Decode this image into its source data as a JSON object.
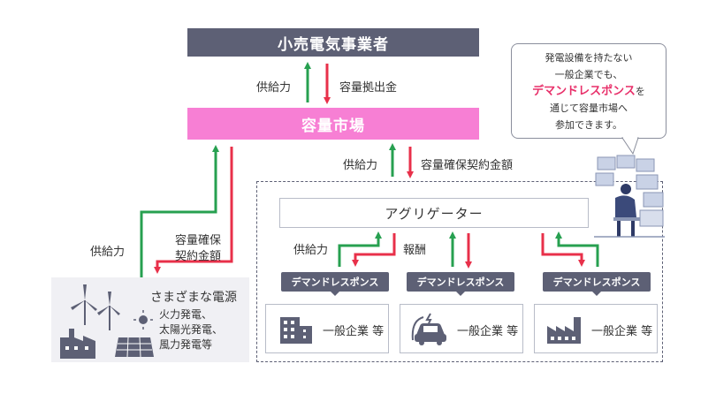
{
  "retailer": {
    "label": "小売電気事業者"
  },
  "market": {
    "label": "容量市場"
  },
  "aggregator": {
    "label": "アグリゲーター"
  },
  "flows": {
    "supply": "供給力",
    "capacity_contribution": "容量拠出金",
    "capacity_contract_amount": "容量確保契約金額",
    "capacity_contract_line1": "容量確保",
    "capacity_contract_line2": "契約金額",
    "reward": "報酬"
  },
  "demand_response": [
    {
      "label": "デマンドレスポンス",
      "company": "一般企業 等",
      "icon": "office-building-icon"
    },
    {
      "label": "デマンドレスポンス",
      "company": "一般企業 等",
      "icon": "ev-car-icon"
    },
    {
      "label": "デマンドレスポンス",
      "company": "一般企業 等",
      "icon": "factory-icon"
    }
  ],
  "sources": {
    "title": "さまざまな電源",
    "line1": "火力発電、",
    "line2": "太陽光発電、",
    "line3": "風力発電等"
  },
  "bubble": {
    "line1": "発電設備を持たない",
    "line2": "一般企業でも、",
    "highlight": "デマンドレスポンス",
    "suffix": "を",
    "line4": "通じて容量市場へ",
    "line5": "参加できます。"
  },
  "colors": {
    "green": "#27a050",
    "red": "#e8304a",
    "navy": "#5d6075",
    "pink": "#f77fd4"
  }
}
